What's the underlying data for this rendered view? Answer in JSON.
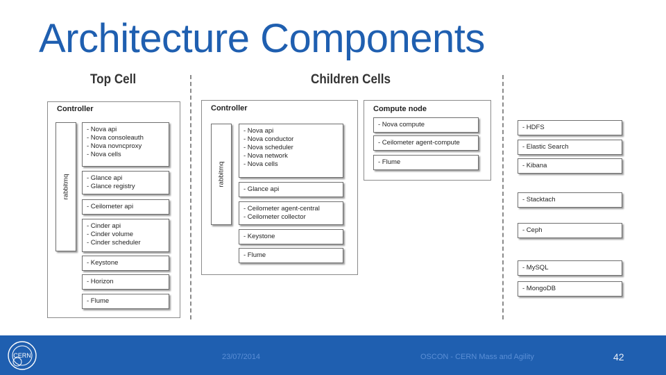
{
  "title": "Architecture Components",
  "columns": {
    "top_cell": "Top Cell",
    "children_cells": "Children Cells"
  },
  "top_cell": {
    "controller_label": "Controller",
    "rabbitmq": "rabbitmq",
    "boxes": [
      [
        "- Nova api",
        "- Nova consoleauth",
        "- Nova novncproxy",
        "- Nova cells"
      ],
      [
        "- Glance api",
        "- Glance registry"
      ],
      [
        "- Ceilometer api"
      ],
      [
        "- Cinder api",
        "- Cinder volume",
        "- Cinder scheduler"
      ],
      [
        "- Keystone"
      ],
      [
        "- Horizon"
      ],
      [
        "- Flume"
      ]
    ]
  },
  "children_cell": {
    "controller_label": "Controller",
    "rabbitmq": "rabbitmq",
    "boxes": [
      [
        "- Nova api",
        "- Nova conductor",
        "- Nova scheduler",
        "- Nova network",
        "- Nova cells"
      ],
      [
        "- Glance api"
      ],
      [
        "- Ceilometer agent-central",
        "- Ceilometer collector"
      ],
      [
        "- Keystone"
      ],
      [
        "- Flume"
      ]
    ]
  },
  "compute_node": {
    "label": "Compute node",
    "boxes": [
      [
        "- Nova compute"
      ],
      [
        "- Ceilometer agent-compute"
      ],
      [
        "- Flume"
      ]
    ]
  },
  "services": [
    [
      "- HDFS"
    ],
    [
      "- Elastic Search"
    ],
    [
      "- Kibana"
    ],
    [
      "- Stacktach"
    ],
    [
      "- Ceph"
    ],
    [
      "- MySQL"
    ],
    [
      "- MongoDB"
    ]
  ],
  "footer": {
    "logo_text": "CERN",
    "date": "23/07/2014",
    "presentation": "OSCON - CERN Mass and Agility",
    "page": "42"
  },
  "colors": {
    "brand_blue": "#1f5fb0",
    "border": "#6e6e6e"
  }
}
